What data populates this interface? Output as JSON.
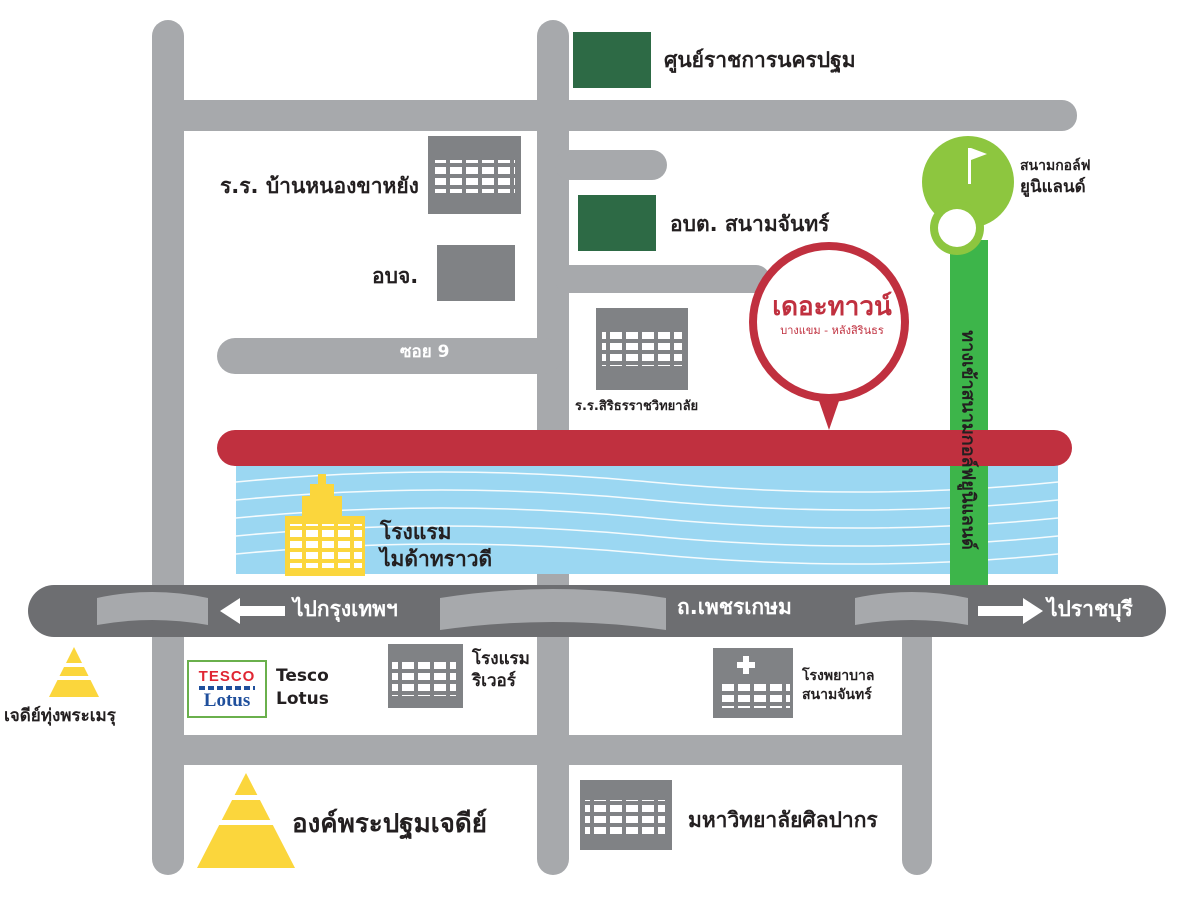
{
  "roads": {
    "main_highway": "ถ.เพชรเกษม",
    "to_bangkok": "ไปกรุงเทพฯ",
    "to_ratchaburi": "ไปราชบุรี",
    "soi": "ซอย 9",
    "golf_access": "ทางเข้าสนามกอล์ฟยูนิแลนด์"
  },
  "highlight": {
    "title": "เดอะทาวน์",
    "subtitle": "บางแขม - หลังสิรินธร"
  },
  "places": {
    "government_center": "ศูนย์ราชการนครปฐม",
    "school_ban_nong": "ร.ร. บ้านหนองขาหยัง",
    "sao_sanamchan": "อบต. สนามจันทร์",
    "pao": "อบจ.",
    "school_sirinthorn": "ร.ร.สิริธรราชวิทยาลัย",
    "golf_line1": "สนามกอล์ฟ",
    "golf_line2": "ยูนิแลนด์",
    "hotel_mida_line1": "โรงแรม",
    "hotel_mida_line2": "ไมด้าทราวดี",
    "hotel_river_line1": "โรงแรม",
    "hotel_river_line2": "ริเวอร์",
    "hospital_line1": "โรงพยาบาล",
    "hospital_line2": "สนามจันทร์",
    "tesco_line1": "Tesco",
    "tesco_line2": "Lotus",
    "tesco_logo_top": "TESCO",
    "tesco_logo_bottom": "Lotus",
    "chedi_thung": "เจดีย์ทุ่งพระเมรุ",
    "phra_pathom": "องค์พระปฐมเจดีย์",
    "silpakorn": "มหาวิทยาลัยศิลปากร"
  },
  "colors": {
    "road": "#a7a9ac",
    "highway": "#6d6e71",
    "highlight_road": "#c0303f",
    "river": "#9bd7f2",
    "government_green": "#2d6a45",
    "golf_green": "#8dc63f",
    "access_green": "#3db54a",
    "building": "#808285",
    "chedi_yellow": "#fbd63c"
  }
}
